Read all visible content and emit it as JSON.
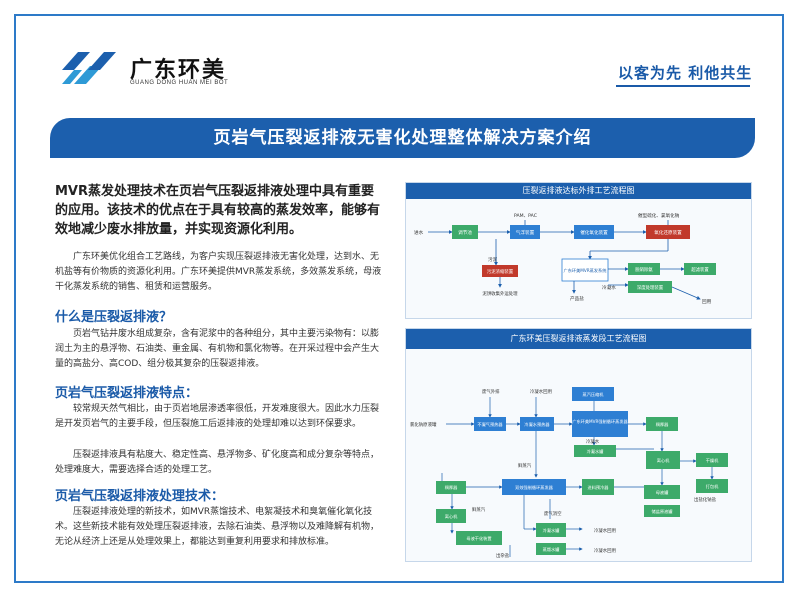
{
  "brand": {
    "name": "广东环美",
    "pinyin": "GUANG DONG HUAN MEI BOT",
    "slogan": "以客为先 利他共生"
  },
  "title": "页岩气压裂返排液无害化处理整体解决方案介绍",
  "intro": "MVR蒸发处理技术在页岩气压裂返排液处理中具有重要的应用。该技术的优点在于具有较高的蒸发效率，能够有效地减少废水排放量，并实现资源化利用。",
  "intro_para": "广东环美优化组合工艺路线，为客户实现压裂返排液无害化处理，达到水、无机盐等有价物质的资源化利用。广东环美提供MVR蒸发系统，多效蒸发系统，母液干化蒸发系统的销售、租赁和运营服务。",
  "sections": [
    {
      "heading": "什么是压裂返排液？",
      "paras": [
        "页岩气钻井废水组成复杂，含有泥浆中的各种组分，其中主要污染物有：以膨润土为主的悬浮物、石油类、重金属、有机物和氯化物等。在开采过程中会产生大量的高盐分、高COD、组分极其复杂的压裂返排液。"
      ]
    },
    {
      "heading": "页岩气压裂返排液特点：",
      "paras": [
        "较常规天然气相比，由于页岩地层渗透率很低，开发难度很大。因此水力压裂是开发页岩气的主要手段，但压裂施工后返排液的处理却难以达到环保要求。",
        "压裂返排液具有粘度大、稳定性高、悬浮物多、矿化度高和成分复杂等特点，处理难度大，需要选择合适的处理工艺。"
      ]
    },
    {
      "heading": "页岩气压裂返排液处理技术：",
      "paras": [
        "压裂返排液处理的新技术，如MVR蒸馏技术、电絮凝技术和臭氧催化氧化技术。这些新技术能有效处理压裂返排液，去除石油类、悬浮物以及难降解有机物，无论从经济上还是从处理效果上，都能达到重复利用要求和排放标准。"
      ]
    }
  ],
  "flow1": {
    "title": "压裂返排液达标外排工艺流程图",
    "labels": {
      "inlet": "进水",
      "pam": "PAM、PAC",
      "cat": "催型硫化、氯氧化钠",
      "b1": "调节池",
      "b2": "气浮装置",
      "b3": "催化氧化装置",
      "b4": "氧化还原装置",
      "sludge": "污泥",
      "s1": "污泥浓缩装置",
      "s2": "泥饼收集外运处理",
      "mvr": "广东环美MVR蒸发系统",
      "b5": "脱硝除氨",
      "b6": "超滤装置",
      "salt": "产品盐",
      "cond": "冷凝水",
      "b7": "深度处理装置",
      "out": "回用"
    }
  },
  "flow2": {
    "title": "广东环美压裂返排液蒸发段工艺流程图",
    "labels": {
      "vent": "废气外排",
      "cw_top": "冷凝水回用",
      "comp": "蒸汽压缩机",
      "feed": "氯化钠原液罐",
      "b1": "不凝气预热器",
      "b2": "冷凝水预热器",
      "mvr": "广东环美MVR强制循环蒸发器",
      "sep": "分离器",
      "crys": "稠厚器",
      "cw1": "冷凝水罐",
      "cent": "离心机",
      "dry": "干燥机",
      "pack": "打包机",
      "sm": "母液罐",
      "cw_mid": "冷凝水",
      "salt": "出盐化钠盐",
      "steam": "鲜蒸汽",
      "mid": "双效强制循环蒸发器",
      "heat": "进料预冷器",
      "crys2": "稠厚器",
      "cent2": "离心机",
      "out_salt": "出杂盐",
      "dry2": "母液干化装置",
      "steam2": "鲜蒸汽",
      "gas": "废气消空",
      "cw2": "冷凝水罐",
      "cw3": "冷凝水回用",
      "cw4": "蒸馏水罐",
      "cw5": "冷凝水回用",
      "stor": "储盐原液罐"
    }
  }
}
